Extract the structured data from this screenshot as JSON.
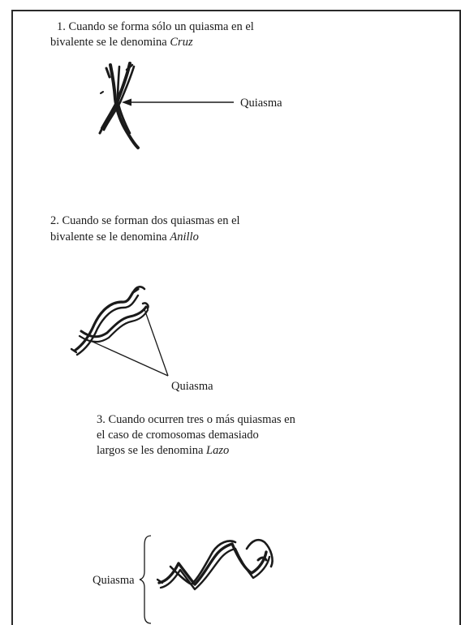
{
  "section1": {
    "line1": "1. Cuando se forma sólo un quiasma en el",
    "line2_prefix": "bivalente se le denomina ",
    "line2_term": "Cruz",
    "label": "Quiasma"
  },
  "section2": {
    "line1": "2. Cuando se forman dos quiasmas en el",
    "line2_prefix": "bivalente se le denomina ",
    "line2_term": "Anillo",
    "label": "Quiasma"
  },
  "section3": {
    "line1": "3. Cuando ocurren tres o más quiasmas en",
    "line2": "el caso de cromosomas demasiado",
    "line3_prefix": "largos se les denomina ",
    "line3_term": "Lazo",
    "label": "Quiasma"
  }
}
